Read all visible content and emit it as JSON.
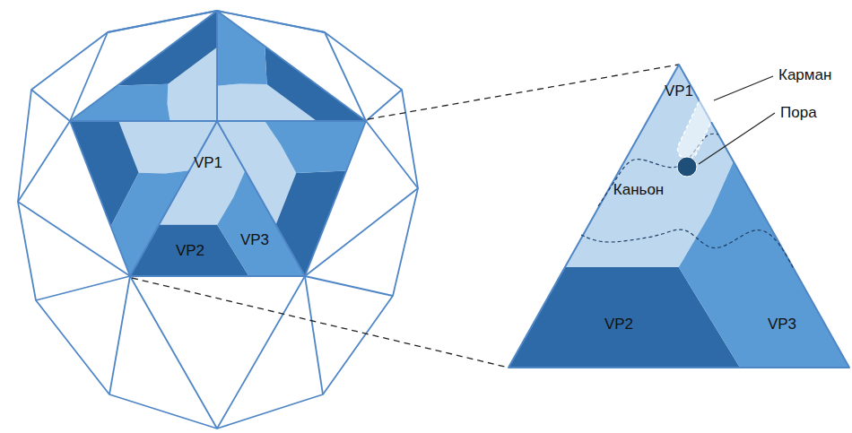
{
  "diagram": {
    "labels": [
      "VP1",
      "VP2",
      "VP3",
      "VP1",
      "Карман",
      "Каньон",
      "Пора",
      "VP2",
      "VP3"
    ]
  }
}
